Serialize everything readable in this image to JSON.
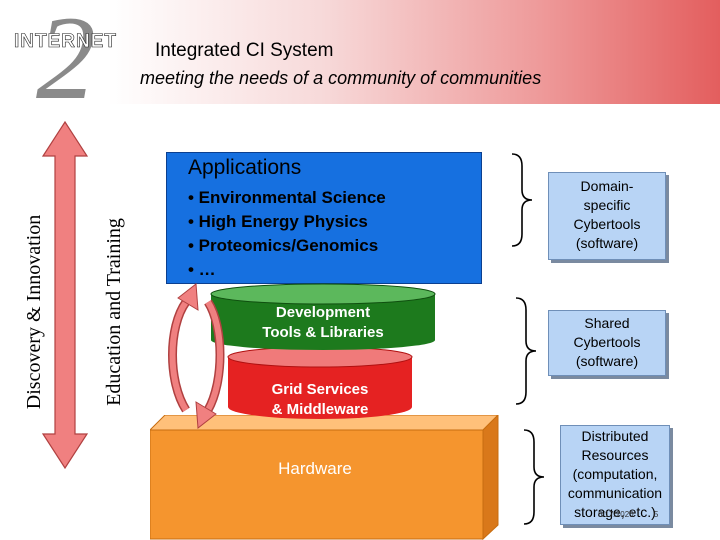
{
  "header": {
    "logo_text": "INTERNET",
    "logo_numeral": "2",
    "title": "Integrated CI System",
    "subtitle": "meeting the needs of a community of communities"
  },
  "side_labels": {
    "outer": "Discovery & Innovation",
    "inner": "Education and Training"
  },
  "applications": {
    "title": "Applications",
    "items": [
      "• Environmental Science",
      "• High Energy Physics",
      "• Proteomics/Genomics",
      "• …"
    ]
  },
  "layers": {
    "development": [
      "Development",
      "Tools & Libraries"
    ],
    "grid": [
      "Grid Services",
      "& Middleware"
    ],
    "hardware": "Hardware"
  },
  "notes": {
    "domain": [
      "Domain-",
      "specific",
      "Cybertools",
      "(software)"
    ],
    "shared": [
      "Shared",
      "Cybertools",
      "(software)"
    ],
    "distributed": [
      "Distributed",
      "Resources",
      "(computation,",
      "communication",
      "storage, etc.)"
    ]
  },
  "footer": {
    "date": "6/17/2020",
    "page": "5"
  },
  "colors": {
    "applications": "#1670e0",
    "development": "#1d7a1d",
    "grid": "#e52222",
    "hardware": "#f5952e",
    "note": "#b8d4f5",
    "arrow": "#f08080"
  }
}
